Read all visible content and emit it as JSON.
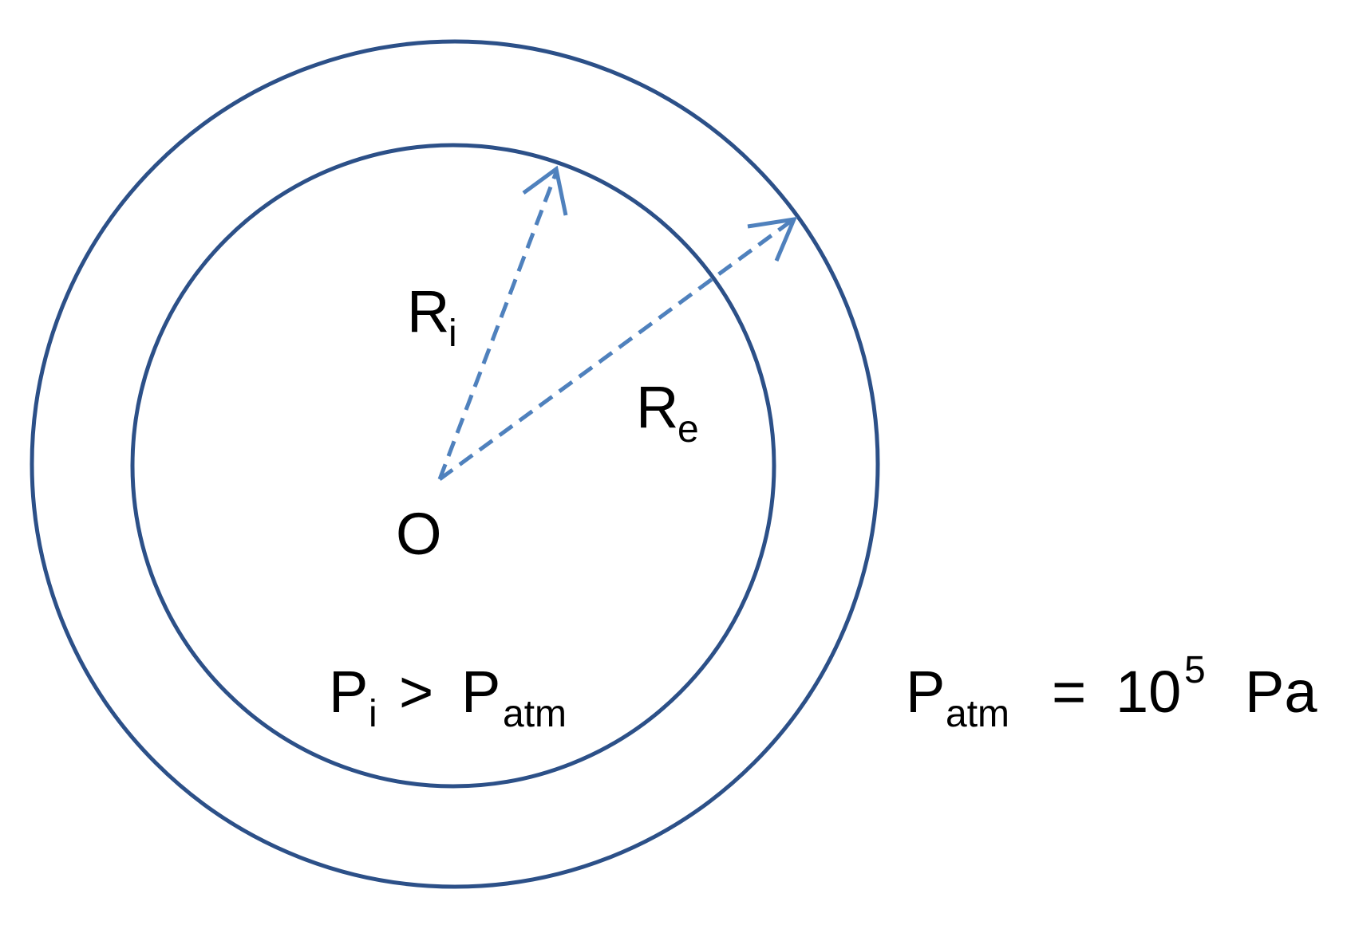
{
  "colors": {
    "circle_stroke": "#2c5088",
    "radius_arrow": "#4f81bd",
    "text": "#000000",
    "background": "#ffffff"
  },
  "diagram": {
    "center_label": "O",
    "inner_radius_label": {
      "main": "R",
      "sub": "i"
    },
    "outer_radius_label": {
      "main": "R",
      "sub": "e"
    },
    "inner_pressure": {
      "lhs_main": "P",
      "lhs_sub": "i",
      "relation": ">",
      "rhs_main": "P",
      "rhs_sub": "atm"
    },
    "atmospheric_pressure": {
      "main": "P",
      "sub": "atm",
      "equals": "=",
      "base": "10",
      "exponent": "5",
      "unit": "Pa"
    }
  }
}
